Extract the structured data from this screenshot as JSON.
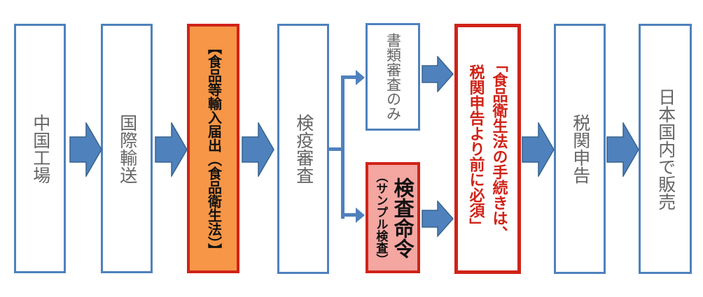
{
  "diagram": {
    "description_language": "ja",
    "colors": {
      "flow_blue": "#4F81BD",
      "alert_red": "#D02318",
      "highlight_orange": "#F79646",
      "highlight_pink": "#F4A6A1",
      "label_gray": "#646464",
      "label_black": "#111111"
    },
    "nodes": {
      "china_factory": {
        "label": "中国工場"
      },
      "international_transport": {
        "label": "国際輸送"
      },
      "import_notification": {
        "label": "【食品等輸入届出（食品衛生法）】"
      },
      "quarantine_review": {
        "label": "検疫審査"
      },
      "document_review_only": {
        "label": "書類審査のみ"
      },
      "inspection_order": {
        "label": "検査命令",
        "sublabel": "（サンプル検査）"
      },
      "requirement_note": {
        "line1": "「食品衛生法の手続きは、",
        "line2": "税関申告より前に必須」"
      },
      "customs_declaration": {
        "label": "税関申告"
      },
      "domestic_sale": {
        "label": "日本国内で販売"
      }
    }
  }
}
